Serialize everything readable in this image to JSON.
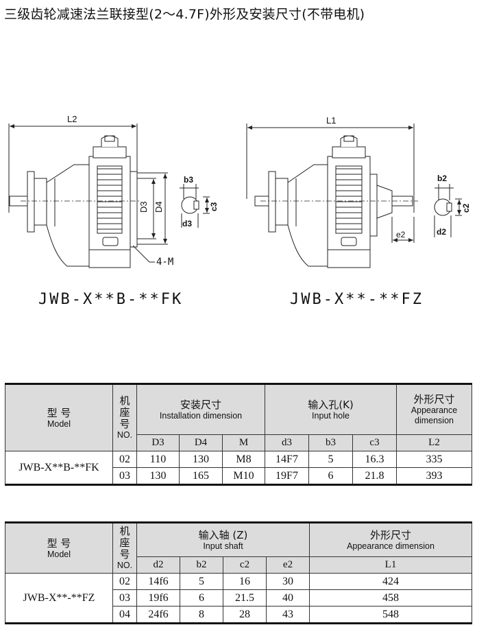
{
  "title": "三级齿轮减速法兰联接型(2～4.7F)外形及安装尺寸(不带电机)",
  "drawings": {
    "fk": {
      "model": "JWB-X**B-**FK",
      "dim_L": "L2",
      "dim_D3": "D3",
      "dim_D4": "D4",
      "dim_b": "b3",
      "dim_c": "c3",
      "dim_d": "d3",
      "holes": "4-M"
    },
    "fz": {
      "model": "JWB-X**-**FZ",
      "dim_L": "L1",
      "dim_b": "b2",
      "dim_c": "c2",
      "dim_d": "d2",
      "dim_e": "e2"
    }
  },
  "table_fk": {
    "model_cn": "型  号",
    "model_en": "Model",
    "seat_cn": [
      "机",
      "座",
      "号"
    ],
    "seat_en": "NO.",
    "group1_cn": "安装尺寸",
    "group1_en": "Installation dimension",
    "group2_cn": "输入孔(K)",
    "group2_en": "Input hole",
    "group3_cn": "外形尺寸",
    "group3_en_1": "Appearance",
    "group3_en_2": "dimension",
    "columns": [
      "D3",
      "D4",
      "M",
      "d3",
      "b3",
      "c3",
      "L2"
    ],
    "model_value": "JWB-X**B-**FK",
    "rows": [
      {
        "no": "02",
        "D3": "110",
        "D4": "130",
        "M": "M8",
        "d3": "14F7",
        "b3": "5",
        "c3": "16.3",
        "L2": "335"
      },
      {
        "no": "03",
        "D3": "130",
        "D4": "165",
        "M": "M10",
        "d3": "19F7",
        "b3": "6",
        "c3": "21.8",
        "L2": "393"
      }
    ]
  },
  "table_fz": {
    "model_cn": "型  号",
    "model_en": "Model",
    "seat_cn": [
      "机",
      "座",
      "号"
    ],
    "seat_en": "NO.",
    "group1_cn": "输入轴 (Z)",
    "group1_en": "Input shaft",
    "group2_cn": "外形尺寸",
    "group2_en": "Appearance dimension",
    "columns": [
      "d2",
      "b2",
      "c2",
      "e2",
      "L1"
    ],
    "model_value": "JWB-X**-**FZ",
    "rows": [
      {
        "no": "02",
        "d2": "14f6",
        "b2": "5",
        "c2": "16",
        "e2": "30",
        "L1": "424"
      },
      {
        "no": "03",
        "d2": "19f6",
        "b2": "6",
        "c2": "21.5",
        "e2": "40",
        "L1": "458"
      },
      {
        "no": "04",
        "d2": "24f6",
        "b2": "8",
        "c2": "28",
        "e2": "43",
        "L1": "548"
      }
    ]
  }
}
